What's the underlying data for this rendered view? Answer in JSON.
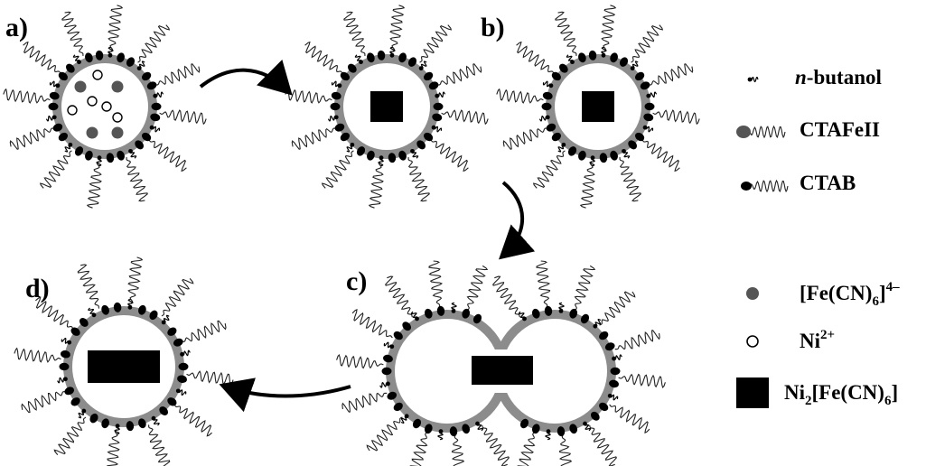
{
  "panels": {
    "a": "a)",
    "b": "b)",
    "c": "c)",
    "d": "d)"
  },
  "legend": {
    "butanol": {
      "italic": "n",
      "rest": "-butanol"
    },
    "ctafe": "CTAFeII",
    "ctab": "CTAB",
    "ferrocyanide": {
      "base": "[Fe(CN)",
      "sub": "6",
      "close": "]",
      "sup": "4–"
    },
    "nickel": {
      "base": "Ni",
      "sup": "2+"
    },
    "product": {
      "p1": "Ni",
      "s1": "2",
      "p2": "[Fe(CN)",
      "s2": "6",
      "p3": "]"
    }
  },
  "colors": {
    "shell": "#8c8c8c",
    "core": "#ffffff",
    "ink": "#000000",
    "ferrocyanide": "#555555"
  },
  "icons": {
    "arrow": "curved-arrow-icon",
    "surfactant": "wavy-tail-icon"
  }
}
